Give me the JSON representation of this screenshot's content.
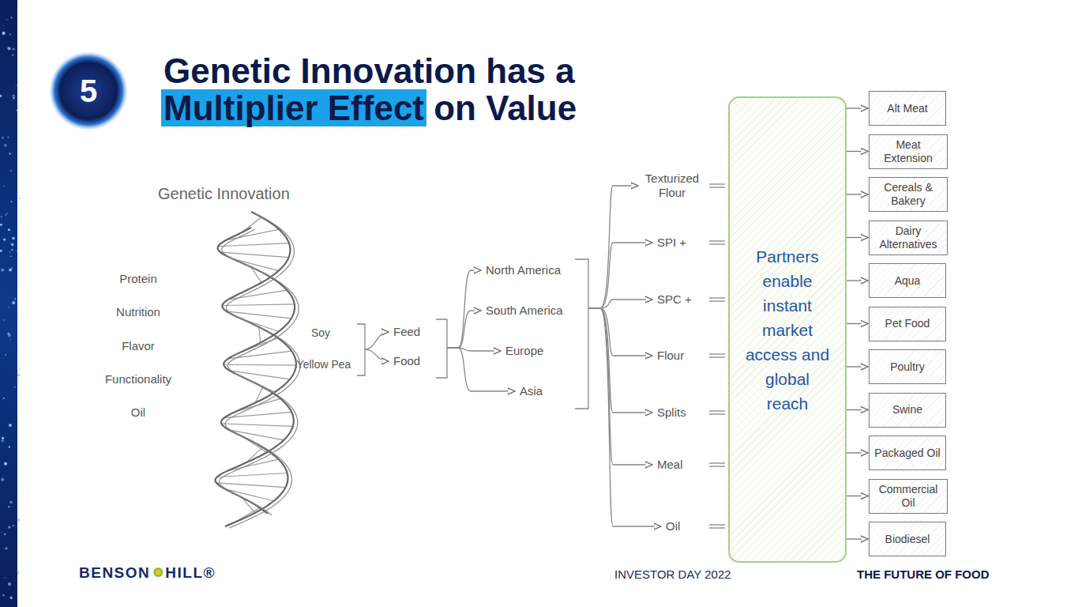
{
  "diagram": {
    "title": "Genetic Innovation has a Multiplier Effect on Value",
    "nodes": [
      {
        "text": [
          "5"
        ]
      },
      {
        "text": [
          "Partners enable instant market access and global reach"
        ]
      },
      {
        "text": [
          "Alt Meat"
        ]
      },
      {
        "text": [
          "Meat Extension"
        ]
      },
      {
        "text": [
          "Cereals & Bakery"
        ]
      },
      {
        "text": [
          "Dairy Alternatives"
        ]
      },
      {
        "text": [
          "Aqua"
        ]
      },
      {
        "text": [
          "Pet Food"
        ]
      },
      {
        "text": [
          "Poultry"
        ]
      },
      {
        "text": [
          "Swine"
        ]
      },
      {
        "text": [
          "Packaged Oil"
        ]
      },
      {
        "text": [
          "Commercial Oil"
        ]
      },
      {
        "text": [
          "Biodiesel"
        ]
      }
    ],
    "edges": [
      {
        "from": 1,
        "to": 2,
        "arrow": "to"
      },
      {
        "from": 1,
        "to": 3,
        "arrow": "to"
      },
      {
        "from": 1,
        "to": 4,
        "arrow": "to"
      },
      {
        "from": 1,
        "to": 5,
        "arrow": "to"
      },
      {
        "from": 1,
        "to": 6,
        "arrow": "to"
      },
      {
        "from": 1,
        "to": 7,
        "arrow": "to"
      },
      {
        "from": 1,
        "to": 8,
        "arrow": "to"
      },
      {
        "from": 1,
        "to": 9,
        "arrow": "to"
      },
      {
        "from": 1,
        "to": 10,
        "arrow": "to"
      },
      {
        "from": 1,
        "to": 11,
        "arrow": "to"
      },
      {
        "from": 1,
        "to": 12,
        "arrow": "to"
      }
    ],
    "labels": [
      "Genetic Innovation",
      "Protein",
      "Nutrition",
      "Flavor",
      "Functionality",
      "Oil",
      "Soy",
      "Yellow Pea",
      "Feed",
      "Food",
      "North America",
      "South America",
      "Europe",
      "Asia",
      "Texturized Flour",
      "SPI +",
      "SPC +",
      "Flour",
      "Splits",
      "Meal",
      "Oil",
      "BENSON",
      "HILL®",
      "INVESTOR DAY 2022",
      "THE FUTURE OF FOOD"
    ]
  }
}
